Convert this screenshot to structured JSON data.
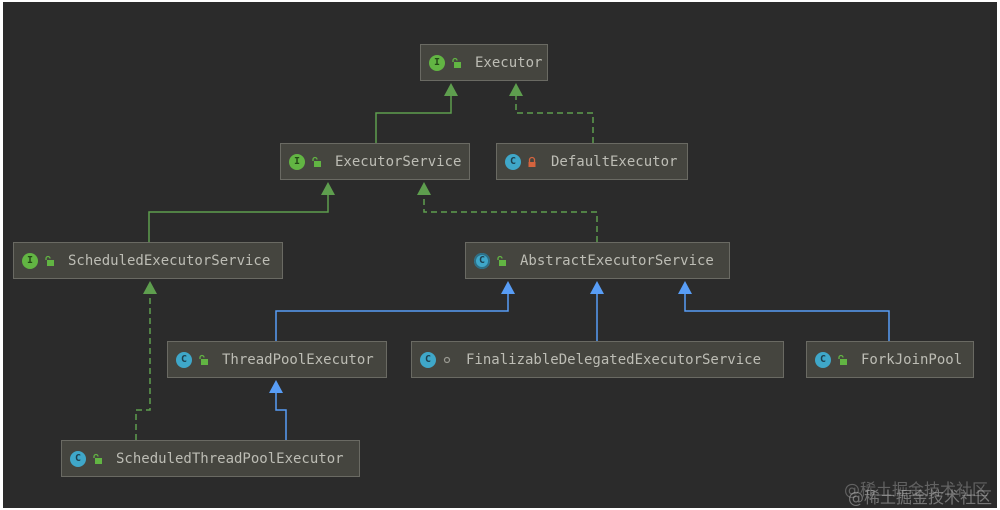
{
  "diagram": {
    "title": "Executor class hierarchy",
    "colors": {
      "background": "#2b2b2b",
      "node_fill": "#45453f",
      "node_border": "#6a6a63",
      "text": "#bdbdb5",
      "interface_badge": "#62b543",
      "class_badge": "#3fa7c9",
      "extends_interface_edge": "#5e9e4e",
      "extends_class_edge": "#589df6",
      "lock_public": "#62b543",
      "lock_private": "#d5643e"
    },
    "nodes": [
      {
        "id": "executor",
        "label": "Executor",
        "kind": "interface",
        "badge": "I",
        "visibility": "public"
      },
      {
        "id": "executor-service",
        "label": "ExecutorService",
        "kind": "interface",
        "badge": "I",
        "visibility": "public"
      },
      {
        "id": "default-executor",
        "label": "DefaultExecutor",
        "kind": "class",
        "badge": "C",
        "visibility": "private"
      },
      {
        "id": "scheduled-executor-service",
        "label": "ScheduledExecutorService",
        "kind": "interface",
        "badge": "I",
        "visibility": "public"
      },
      {
        "id": "abstract-executor-service",
        "label": "AbstractExecutorService",
        "kind": "abstract-class",
        "badge": "C",
        "visibility": "public"
      },
      {
        "id": "thread-pool-executor",
        "label": "ThreadPoolExecutor",
        "kind": "class",
        "badge": "C",
        "visibility": "public"
      },
      {
        "id": "finalizable-delegated-executor-service",
        "label": "FinalizableDelegatedExecutorService",
        "kind": "class",
        "badge": "C",
        "visibility": "package"
      },
      {
        "id": "fork-join-pool",
        "label": "ForkJoinPool",
        "kind": "class",
        "badge": "C",
        "visibility": "public"
      },
      {
        "id": "scheduled-thread-pool-executor",
        "label": "ScheduledThreadPoolExecutor",
        "kind": "class",
        "badge": "C",
        "visibility": "public"
      }
    ],
    "edges": [
      {
        "from": "executor-service",
        "to": "executor",
        "type": "extends",
        "style": "solid-green"
      },
      {
        "from": "default-executor",
        "to": "executor",
        "type": "implements",
        "style": "dashed-green"
      },
      {
        "from": "scheduled-executor-service",
        "to": "executor-service",
        "type": "extends",
        "style": "solid-green"
      },
      {
        "from": "abstract-executor-service",
        "to": "executor-service",
        "type": "implements",
        "style": "dashed-green"
      },
      {
        "from": "thread-pool-executor",
        "to": "abstract-executor-service",
        "type": "extends",
        "style": "solid-blue"
      },
      {
        "from": "finalizable-delegated-executor-service",
        "to": "abstract-executor-service",
        "type": "extends",
        "style": "solid-blue"
      },
      {
        "from": "fork-join-pool",
        "to": "abstract-executor-service",
        "type": "extends",
        "style": "solid-blue"
      },
      {
        "from": "scheduled-thread-pool-executor",
        "to": "scheduled-executor-service",
        "type": "implements",
        "style": "dashed-green"
      },
      {
        "from": "scheduled-thread-pool-executor",
        "to": "thread-pool-executor",
        "type": "extends",
        "style": "solid-blue"
      }
    ]
  },
  "watermark": "@稀土掘金技术社区",
  "watermark_overlay": "@稀土掘金技术社区"
}
